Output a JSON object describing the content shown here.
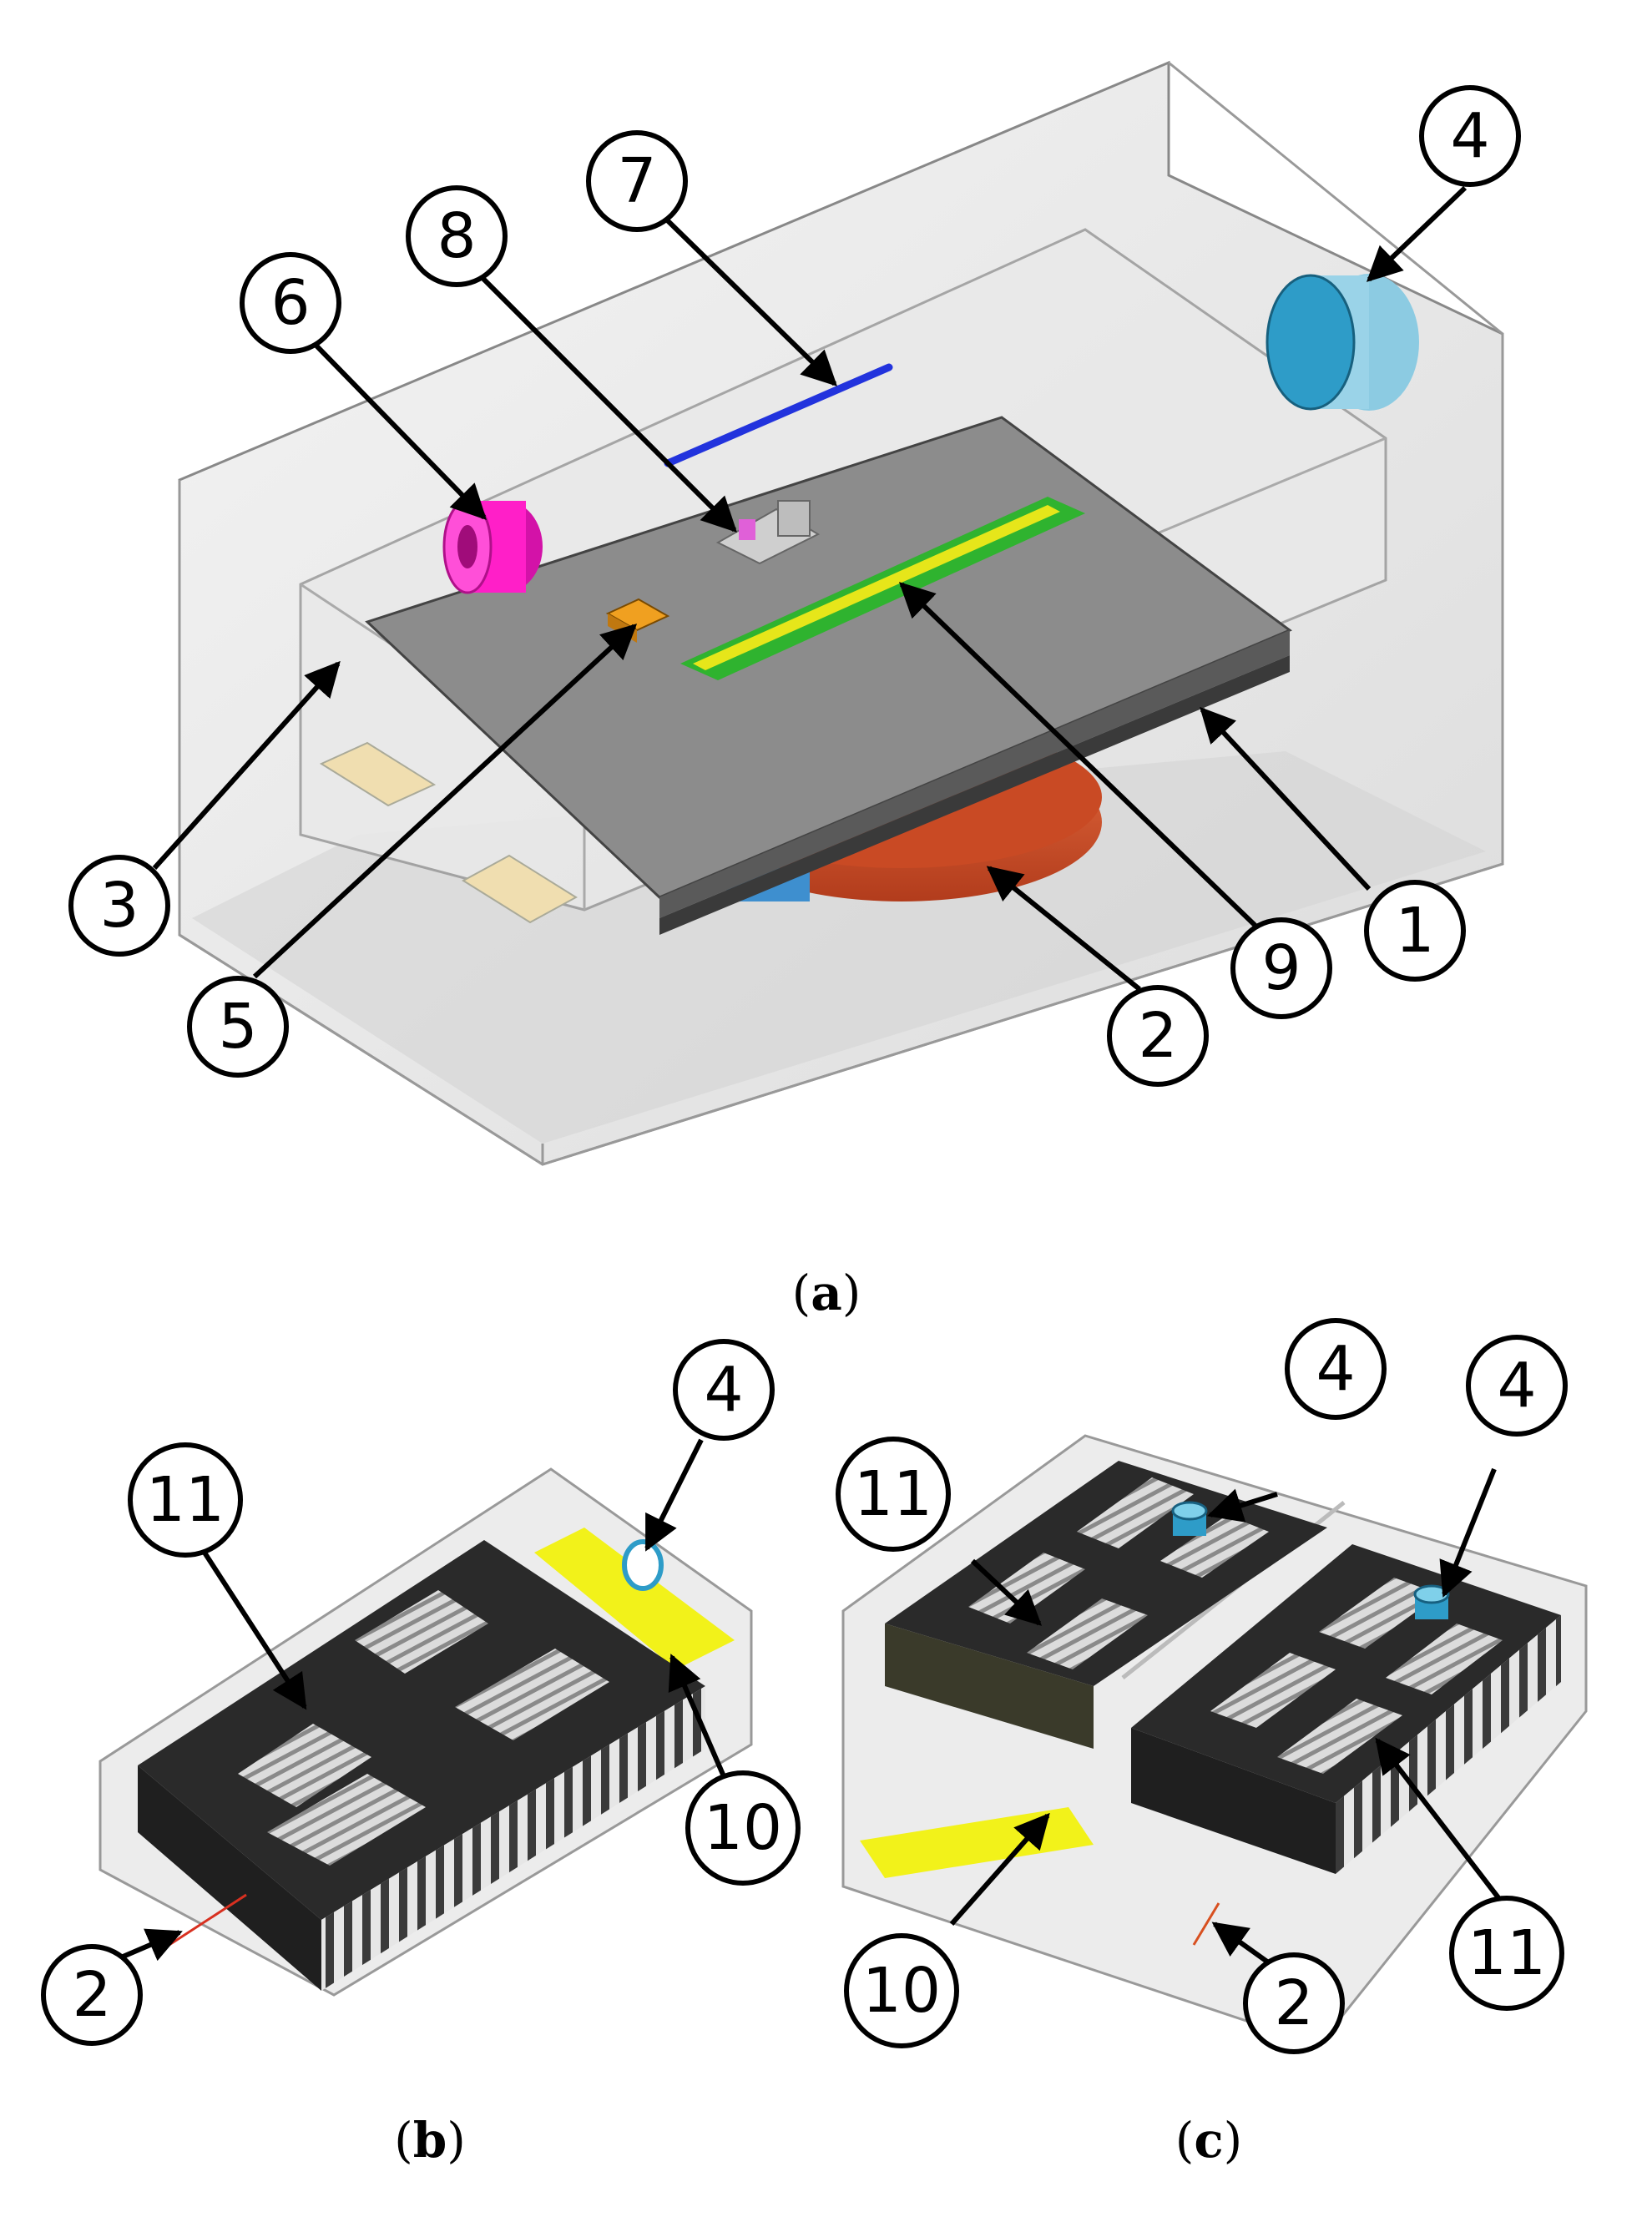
{
  "panels": {
    "a": {
      "caption_open": "(",
      "caption_letter": "a",
      "caption_close": ")"
    },
    "b": {
      "caption_open": "(",
      "caption_letter": "b",
      "caption_close": ")"
    },
    "c": {
      "caption_open": "(",
      "caption_letter": "c",
      "caption_close": ")"
    }
  },
  "callouts": {
    "a": {
      "n1": "1",
      "n2": "2",
      "n3": "3",
      "n4": "4",
      "n5": "5",
      "n6": "6",
      "n7": "7",
      "n8": "8",
      "n9": "9"
    },
    "b": {
      "n11": "11",
      "n4": "4",
      "n10": "10",
      "n2": "2"
    },
    "c": {
      "n11a": "11",
      "n4a": "4",
      "n4b": "4",
      "n10": "10",
      "n2": "2",
      "n11b": "11"
    }
  },
  "colors": {
    "magnet_cylinder": "#ff1fc8",
    "blue_rod": "#2233dd",
    "cyan_port": "#3fb6e0",
    "orange_disc": "#d2532b",
    "green_strip": "#2fb32f",
    "yellow_strip": "#e6e61a",
    "dark_module": "#2a2a2a",
    "tan_tab": "#f0deb0",
    "yellow_pad": "#f2f21a",
    "orange_chip": "#f0a020"
  }
}
